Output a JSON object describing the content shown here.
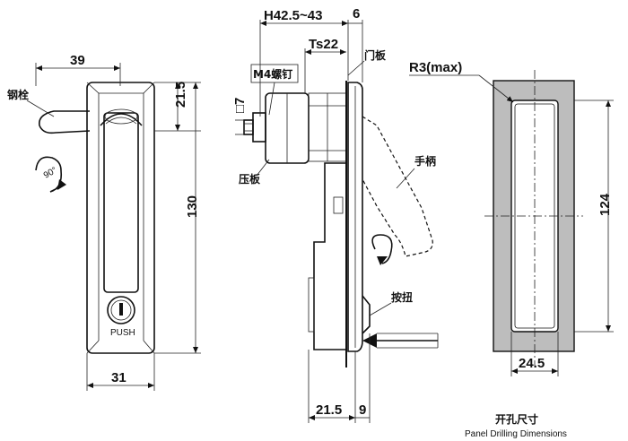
{
  "front": {
    "dim_width_top": "39",
    "dim_upper": "21.5",
    "dim_height": "130",
    "dim_width_bottom": "31",
    "label_pin": "钢栓",
    "push_text": "PUSH"
  },
  "side": {
    "dim_h_range": "H42.5~43",
    "dim_6": "6",
    "dim_ts": "Ts22",
    "label_door": "门板",
    "label_screw": "M4螺钉",
    "dim_square": "□7",
    "label_plate": "压板",
    "label_handle": "手柄",
    "label_button": "按扭",
    "dim_bottom_left": "21.5",
    "dim_bottom_right": "9"
  },
  "cutout": {
    "dim_radius": "R3(max)",
    "dim_height": "124",
    "dim_width": "24.5",
    "title_cn": "开孔尺寸",
    "title_en": "Panel Drilling Dimensions"
  }
}
